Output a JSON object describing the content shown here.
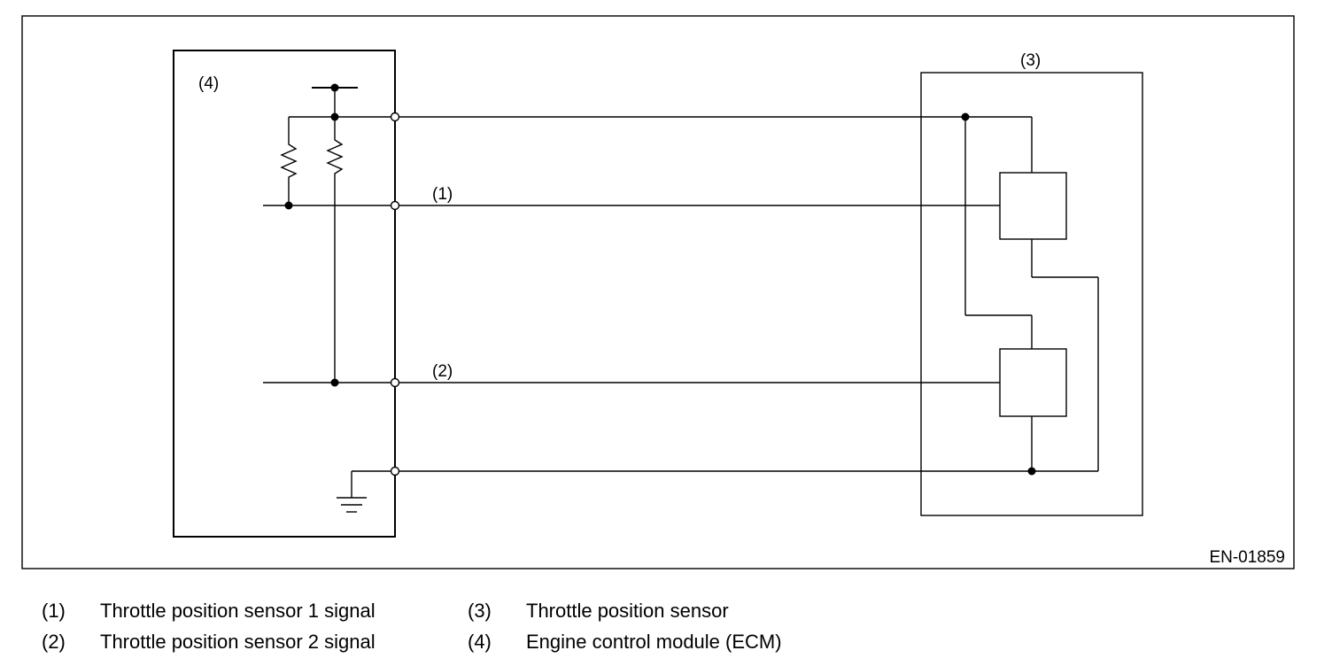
{
  "diagram": {
    "figure_id": "EN-01859",
    "callouts": {
      "c1": "(1)",
      "c2": "(2)",
      "c3": "(3)",
      "c4": "(4)"
    }
  },
  "legend": {
    "items": [
      {
        "num": "(1)",
        "text": "Throttle position sensor 1 signal"
      },
      {
        "num": "(2)",
        "text": "Throttle position sensor 2 signal"
      },
      {
        "num": "(3)",
        "text": "Throttle position sensor"
      },
      {
        "num": "(4)",
        "text": "Engine control module (ECM)"
      }
    ]
  }
}
